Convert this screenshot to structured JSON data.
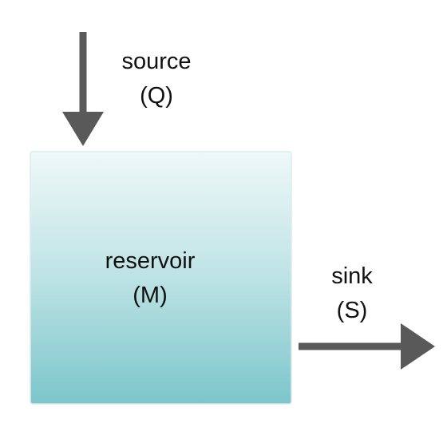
{
  "diagram": {
    "source": {
      "name": "source",
      "symbol": "(Q)"
    },
    "reservoir": {
      "name": "reservoir",
      "symbol": "(M)"
    },
    "sink": {
      "name": "sink",
      "symbol": "(S)"
    }
  },
  "colors": {
    "arrow": "#595959",
    "reservoir_top": "#eef8f8",
    "reservoir_bottom": "#7cc6cb",
    "reservoir_border": "#dcecec",
    "text": "#111111"
  }
}
